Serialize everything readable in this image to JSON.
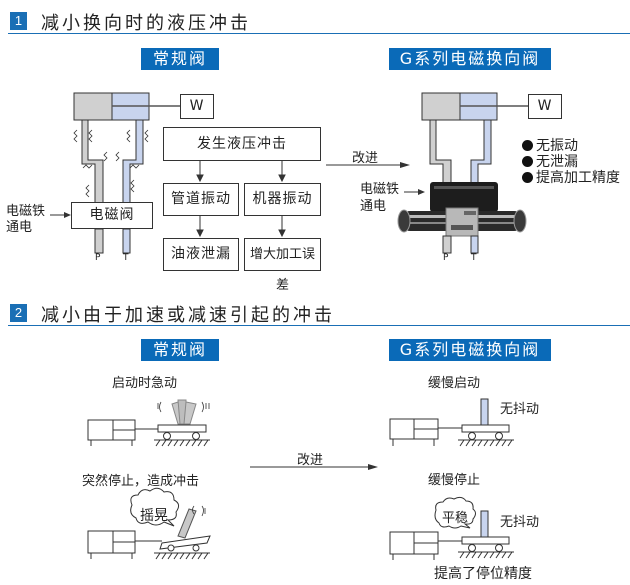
{
  "section1": {
    "number": "1",
    "title": "减小换向时的液压冲击",
    "left_tag": "常规阀",
    "right_tag": "G系列电磁换向阀",
    "weight_label": "W",
    "solenoid_label_line1": "电磁铁",
    "solenoid_label_line2": "通电",
    "valve_box": "电磁阀",
    "port_p": "P",
    "port_t": "T",
    "flow": {
      "top": "发生液压冲击",
      "mid_left": "管道振动",
      "mid_right": "机器振动",
      "bot_left": "油液泄漏",
      "bot_right": "增大加工误差"
    },
    "improve_label": "改进",
    "benefits": [
      "无振动",
      "无泄漏",
      "提高加工精度"
    ]
  },
  "section2": {
    "number": "2",
    "title": "减小由于加速或减速引起的冲击",
    "left_tag": "常规阀",
    "right_tag": "G系列电磁换向阀",
    "left_start_caption": "启动时急动",
    "left_stop_caption": "突然停止，造成冲击",
    "shake_bubble": "摇晃",
    "improve_label": "改进",
    "right_start_caption": "缓慢启动",
    "right_stop_caption": "缓慢停止",
    "no_shake_1": "无抖动",
    "no_shake_2": "无抖动",
    "stable_bubble": "平稳",
    "precision_caption": "提高了停位精度"
  },
  "colors": {
    "accent": "#0a6ab8",
    "gray_fill": "#d0d0d0",
    "blue_fill": "#c8d4ee"
  }
}
